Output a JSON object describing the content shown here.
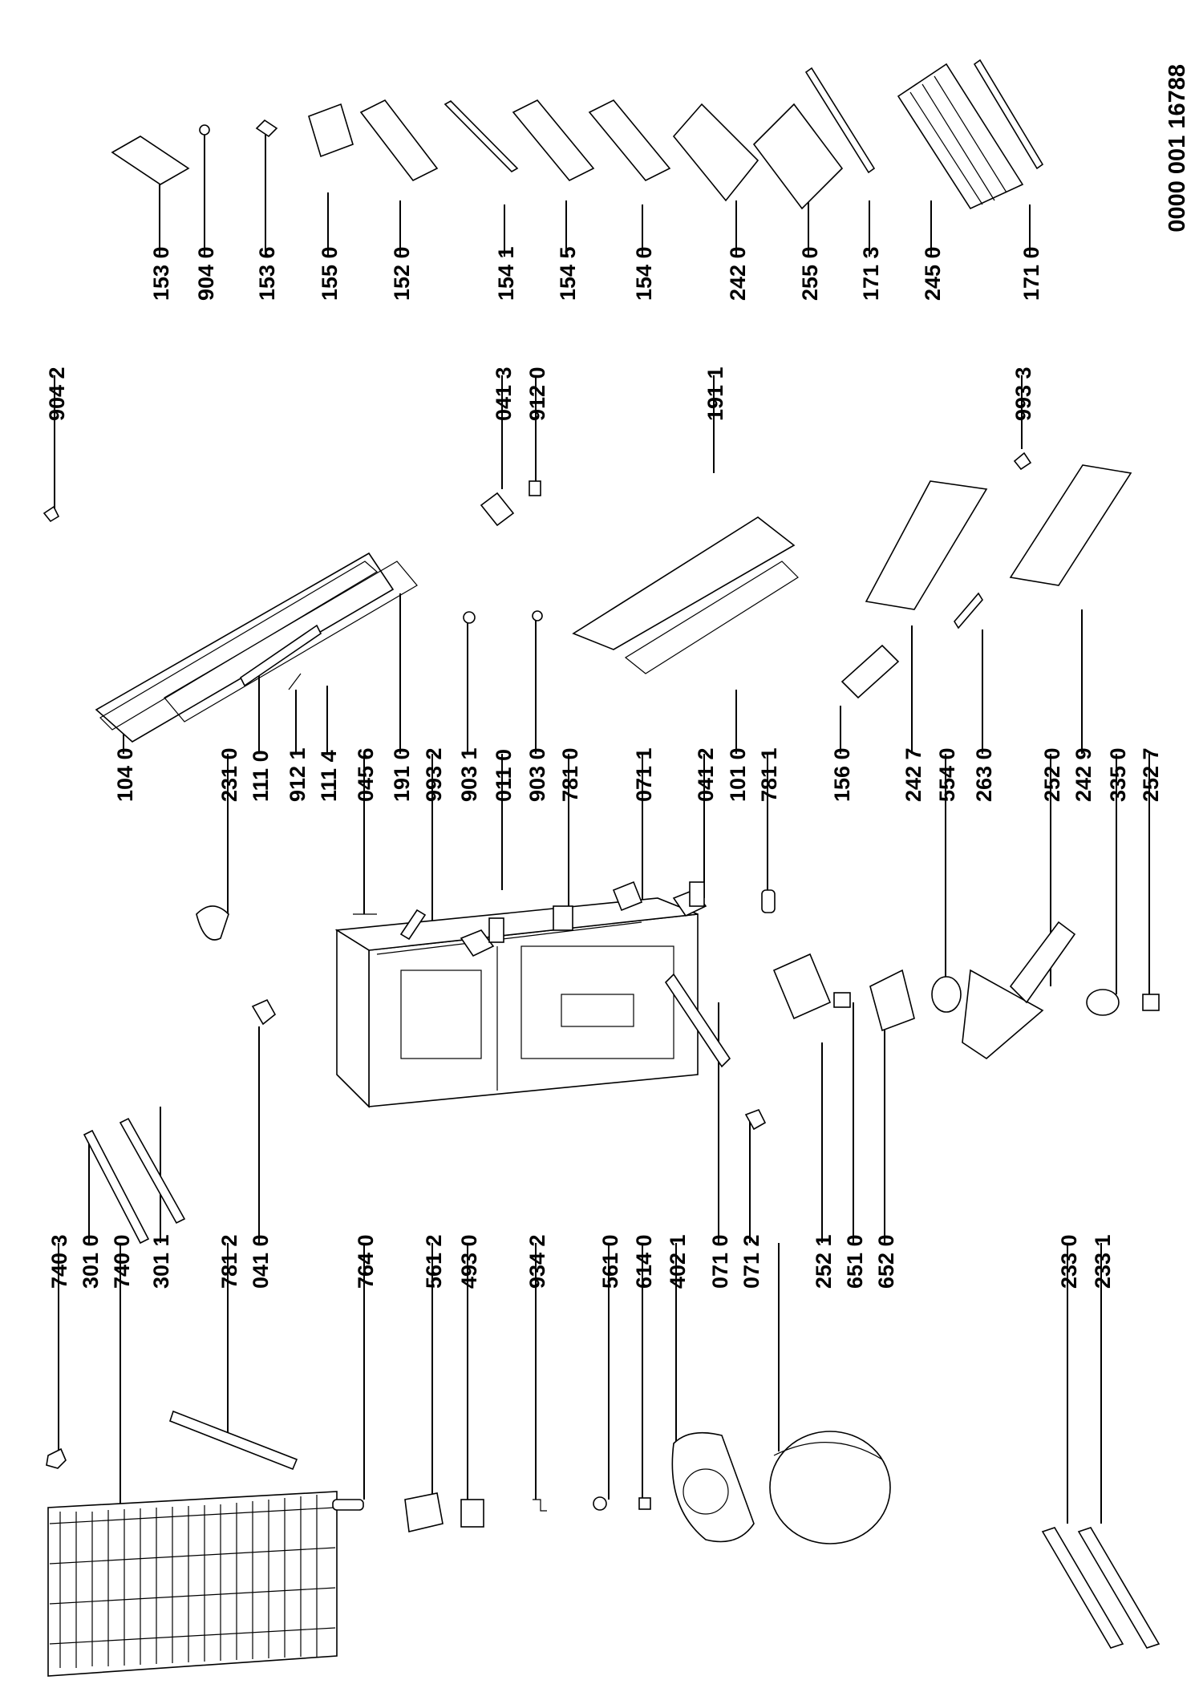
{
  "document_number": "0000 001 16788",
  "groups": {
    "left": [
      "740 3",
      "301 0",
      "740 0",
      "301 1",
      "781 2",
      "041 0",
      "764 0",
      "561 2",
      "493 0",
      "934 2",
      "561 0",
      "614 0",
      "402 1",
      "071 0",
      "071 2",
      "252 1",
      "651 0",
      "652 0",
      "233 0",
      "233 1"
    ],
    "middle": [
      "231 0",
      "111 0",
      "912 1",
      "111 4",
      "045 6",
      "191 0",
      "993 2",
      "903 1",
      "011 0",
      "903 0",
      "781 0",
      "071 1",
      "041 2",
      "101 0",
      "781 1",
      "156 0",
      "242 7",
      "554 0",
      "263 0",
      "252 0",
      "242 9",
      "335 0",
      "252 7",
      "104 0"
    ],
    "right": [
      "904 2",
      "041 3",
      "912 0",
      "191 1",
      "993 3",
      "153 0",
      "904 0",
      "153 6",
      "155 0",
      "152 0",
      "154 1",
      "154 5",
      "154 0",
      "242 0",
      "255 0",
      "171 3",
      "245 0",
      "171 0"
    ]
  }
}
